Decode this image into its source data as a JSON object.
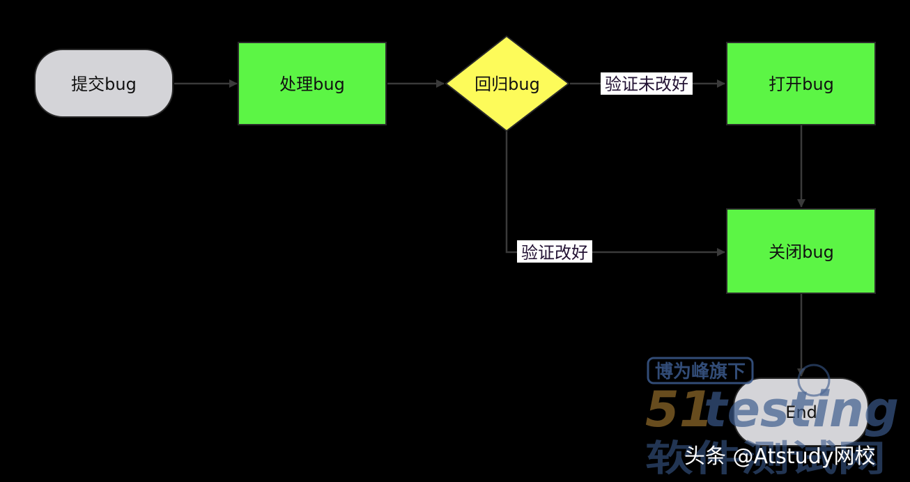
{
  "nodes": {
    "submit": {
      "label": "提交bug",
      "shape": "rounded",
      "fill": "#d4d4d8"
    },
    "process": {
      "label": "处理bug",
      "shape": "rect",
      "fill": "#5cf545"
    },
    "regress": {
      "label": "回归bug",
      "shape": "diamond",
      "fill": "#fdfb5a"
    },
    "open": {
      "label": "打开bug",
      "shape": "rect",
      "fill": "#5cf545"
    },
    "close": {
      "label": "关闭bug",
      "shape": "rect",
      "fill": "#5cf545"
    },
    "end": {
      "label": "End",
      "shape": "rounded",
      "fill": "#d4d4d8"
    }
  },
  "edges": {
    "not_fixed_label": "验证未改好",
    "fixed_label": "验证改好"
  },
  "colors": {
    "background": "#000000",
    "edge": "#3a3a3a",
    "node_stroke": "#2a2a2a",
    "watermark_blue": "#3b5a8c",
    "watermark_orange": "#7a5a24"
  },
  "watermark": {
    "slogan": "博为峰旗下",
    "logo_num": "51",
    "logo_word": "testing",
    "subtitle": "软件测试网"
  },
  "attribution": "头条 @Atstudy网校"
}
